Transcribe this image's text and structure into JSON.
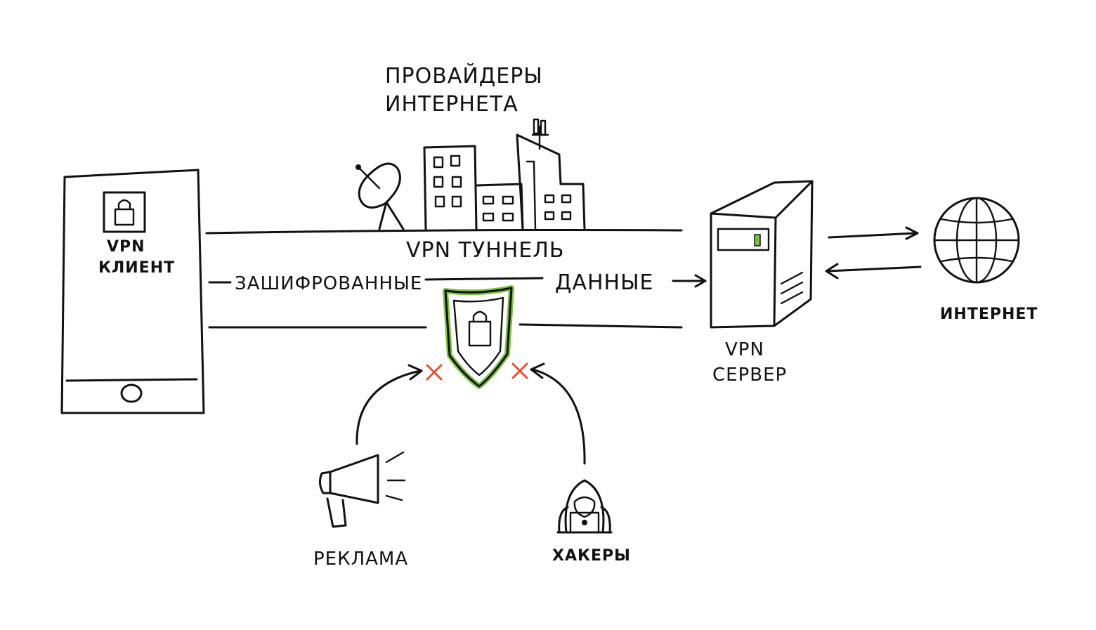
{
  "labels": {
    "providers_line1": "ПРОВАЙДЕРЫ",
    "providers_line2": "ИНТЕРНЕТА",
    "client_line1": "VPN",
    "client_line2": "КЛИЕНТ",
    "tunnel": "VPN ТУННЕЛЬ",
    "encrypted": "ЗАШИФРОВАННЫЕ",
    "data": "ДАННЫЕ",
    "server_line1": "VPN",
    "server_line2": "СЕРВЕР",
    "internet": "ИНТЕРНЕТ",
    "ads": "РЕКЛАМА",
    "hackers": "ХАКЕРЫ"
  },
  "icons": [
    "smartphone-icon",
    "lock-icon",
    "satellite-dish-icon",
    "buildings-icon",
    "antenna-icon",
    "server-icon",
    "globe-icon",
    "shield-lock-icon",
    "megaphone-icon",
    "hacker-icon",
    "blocked-x-icon"
  ],
  "colors": {
    "ink": "#111111",
    "shield_outline": "#7cc242",
    "server_led": "#7cc242",
    "blocked_x": "#e8502a"
  }
}
